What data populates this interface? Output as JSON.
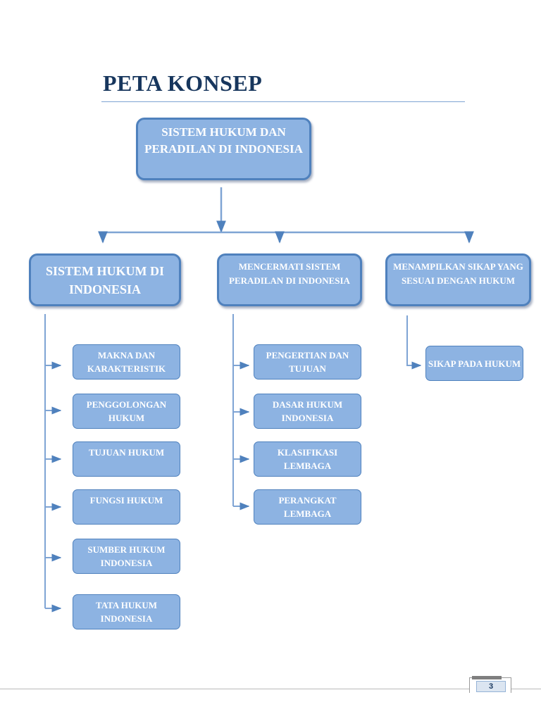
{
  "title": "PETA KONSEP",
  "root": {
    "label": "SISTEM HUKUM DAN PERADILAN DI INDONESIA"
  },
  "branches": [
    {
      "label": "SISTEM HUKUM DI INDONESIA",
      "items": [
        "MAKNA DAN KARAKTERISTIK",
        "PENGGOLONGAN HUKUM",
        "TUJUAN HUKUM",
        "FUNGSI HUKUM",
        "SUMBER HUKUM INDONESIA",
        "TATA HUKUM INDONESIA"
      ]
    },
    {
      "label": "MENCERMATI SISTEM PERADILAN DI INDONESIA",
      "items": [
        "PENGERTIAN DAN TUJUAN",
        "DASAR HUKUM INDONESIA",
        "KLASIFIKASI LEMBAGA",
        "PERANGKAT LEMBAGA"
      ]
    },
    {
      "label": "MENAMPILKAN SIKAP YANG SESUAI DENGAN HUKUM",
      "items": [
        "SIKAP PADA HUKUM"
      ]
    }
  ],
  "footer": {
    "page_number": "3"
  },
  "colors": {
    "title": "#17365d",
    "box_fill": "#8db3e2",
    "box_border": "#4f81bd",
    "connector": "#7fa4d4"
  }
}
